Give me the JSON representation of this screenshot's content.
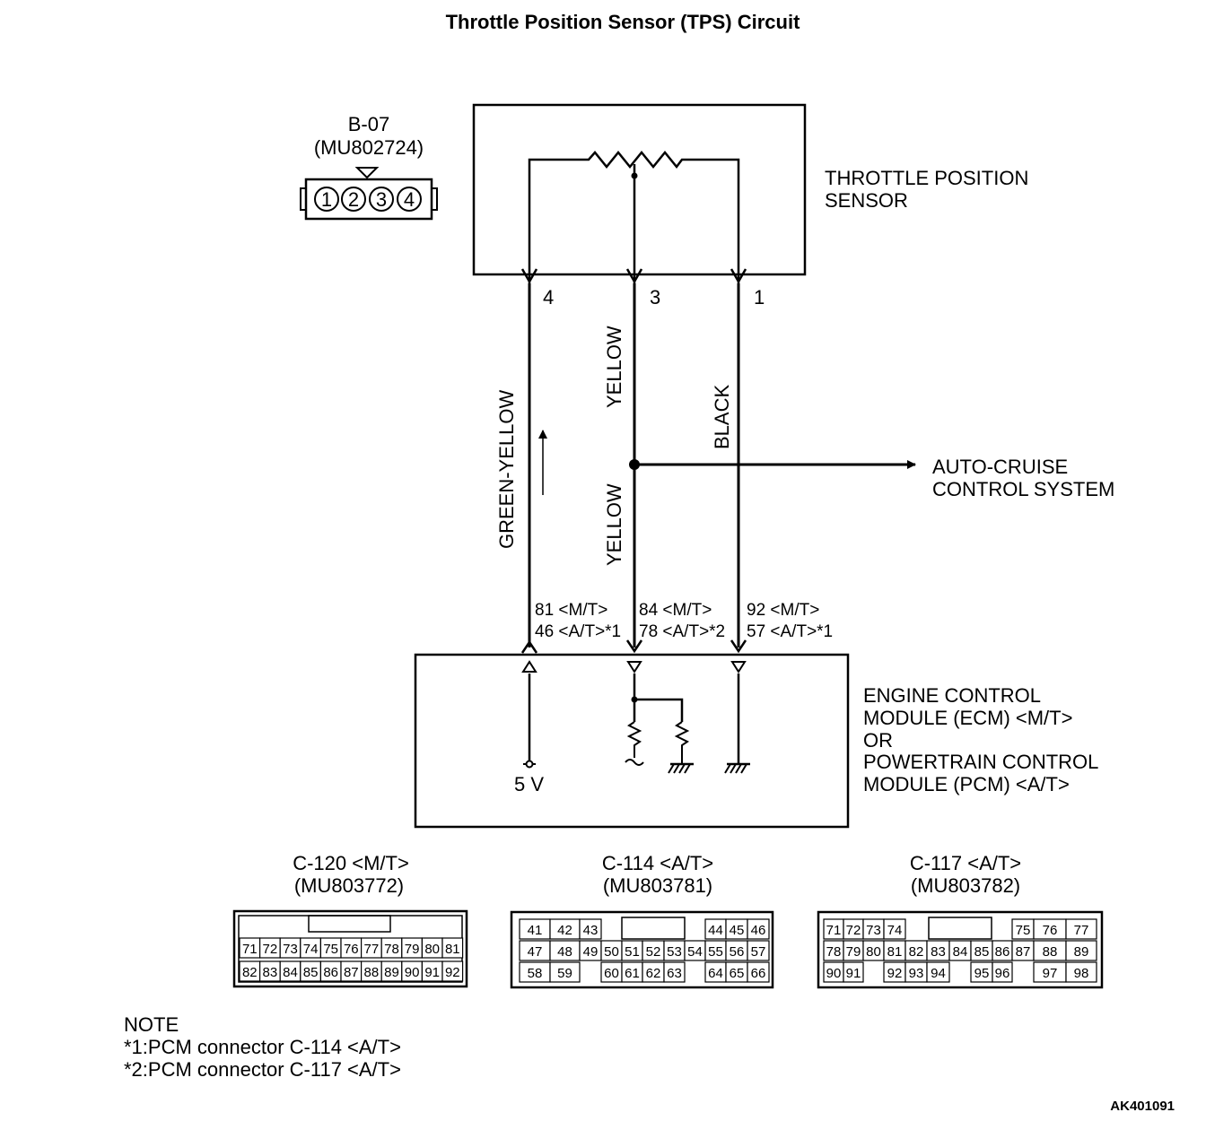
{
  "title": "Throttle Position Sensor (TPS) Circuit",
  "sensor_connector": {
    "name": "B-07",
    "part": "(MU802724)",
    "pins": [
      "1",
      "2",
      "3",
      "4"
    ]
  },
  "sensor_label": [
    "THROTTLE POSITION",
    "SENSOR"
  ],
  "sensor_pins": [
    "4",
    "3",
    "1"
  ],
  "wires": {
    "green_yellow": "GREEN-YELLOW",
    "yellow_upper": "YELLOW",
    "yellow_lower": "YELLOW",
    "black": "BLACK"
  },
  "cruise_label": [
    "AUTO-CRUISE",
    "CONTROL SYSTEM"
  ],
  "ecm_terminals": {
    "t1": [
      "81 <M/T>",
      "46 <A/T>*1"
    ],
    "t2": [
      "84 <M/T>",
      "78 <A/T>*2"
    ],
    "t3": [
      "92 <M/T>",
      "57 <A/T>*1"
    ]
  },
  "ecm_label": [
    "ENGINE CONTROL",
    "MODULE (ECM) <M/T>",
    "OR",
    "POWERTRAIN CONTROL",
    "MODULE (PCM) <A/T>"
  ],
  "supply_voltage": "5 V",
  "connectors": [
    {
      "name": "C-120 <M/T>",
      "part": "(MU803772)",
      "rows": [
        [
          "71",
          "72",
          "73",
          "74",
          "75",
          "76",
          "77",
          "78",
          "79",
          "80",
          "81"
        ],
        [
          "82",
          "83",
          "84",
          "85",
          "86",
          "87",
          "88",
          "89",
          "90",
          "91",
          "92"
        ]
      ]
    },
    {
      "name": "C-114 <A/T>",
      "part": "(MU803781)",
      "rows": [
        [
          "41",
          "42",
          "43",
          "",
          "",
          "",
          "",
          "44",
          "45",
          "46"
        ],
        [
          "47",
          "48",
          "49",
          "50",
          "51",
          "52",
          "53",
          "54",
          "55",
          "56",
          "57"
        ],
        [
          "58",
          "59",
          "",
          "60",
          "61",
          "62",
          "63",
          "",
          "64",
          "65",
          "66"
        ]
      ]
    },
    {
      "name": "C-117 <A/T>",
      "part": "(MU803782)",
      "rows": [
        [
          "71",
          "72",
          "73",
          "74",
          "",
          "",
          "",
          "",
          "75",
          "76",
          "77"
        ],
        [
          "78",
          "79",
          "80",
          "81",
          "82",
          "83",
          "84",
          "85",
          "86",
          "87",
          "88",
          "89"
        ],
        [
          "90",
          "91",
          "",
          "92",
          "93",
          "94",
          "",
          "95",
          "96",
          "",
          "97",
          "98"
        ]
      ]
    }
  ],
  "notes": {
    "heading": "NOTE",
    "lines": [
      "*1:PCM connector C-114 <A/T>",
      "*2:PCM connector C-117 <A/T>"
    ]
  },
  "figure_code": "AK401091"
}
